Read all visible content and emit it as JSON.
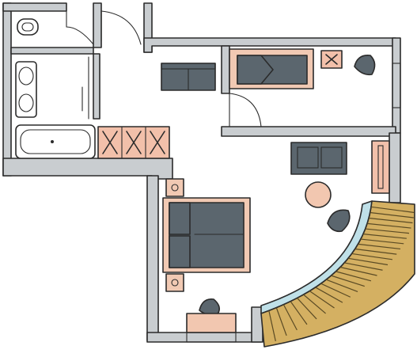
{
  "plan": {
    "kind": "apartment floor plan (hand-drawn)",
    "colors": {
      "wall": "#c9cdd0",
      "outline": "#2b2b2b",
      "furniture_dark": "#5b666e",
      "bed_frame": "#f1c9b3",
      "table": "#f2c7b0",
      "storage": "#f2c0aa",
      "fixture": "#ffffff",
      "bath": "#bfd3da",
      "window": "#bfe0e8",
      "deck_wood": "#d4b062",
      "deck_line": "#5a4a24",
      "floor": "#ffffff"
    },
    "rooms": [
      "wc",
      "bathroom",
      "hallway",
      "bedroom-top",
      "living-room",
      "bedroom-bottom",
      "balcony"
    ],
    "icons": [
      "toilet-icon",
      "sink-icon",
      "bathtub-icon",
      "double-bed-icon",
      "armchair-icon",
      "sofa-icon",
      "round-table-icon",
      "chair-icon",
      "nightstand-lamp-icon",
      "storage-cross-icon",
      "door-swing-icon"
    ]
  }
}
